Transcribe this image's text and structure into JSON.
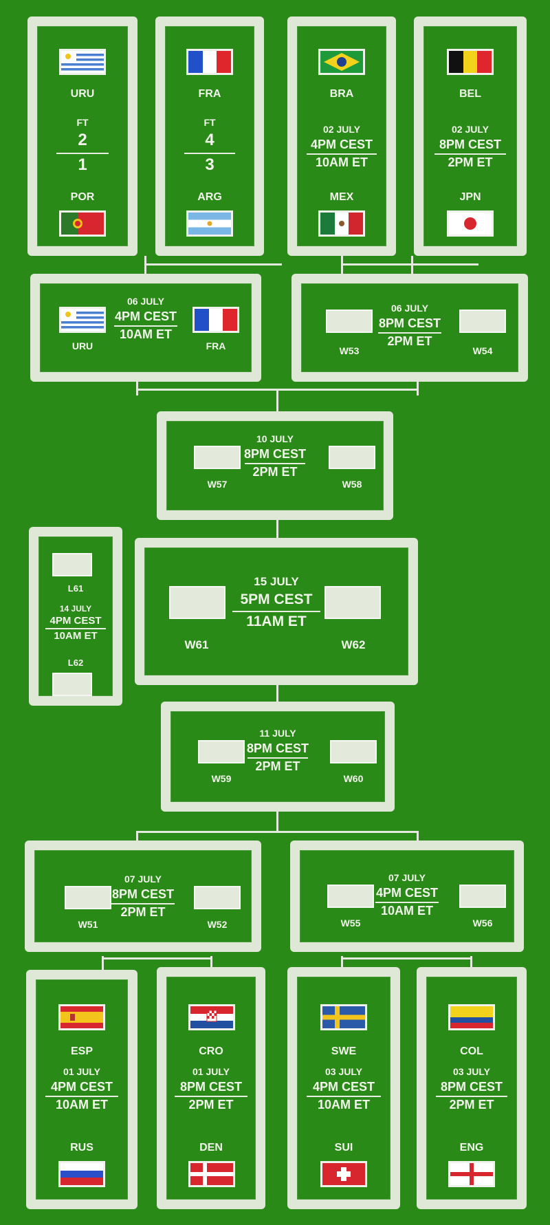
{
  "r16": {
    "m1": {
      "team1": "URU",
      "team2": "POR",
      "status": "FT",
      "score1": "2",
      "score2": "1"
    },
    "m2": {
      "team1": "FRA",
      "team2": "ARG",
      "status": "FT",
      "score1": "4",
      "score2": "3"
    },
    "m3": {
      "team1": "BRA",
      "team2": "MEX",
      "date": "02 JULY",
      "time_cest": "4PM CEST",
      "time_et": "10AM ET"
    },
    "m4": {
      "team1": "BEL",
      "team2": "JPN",
      "date": "02 JULY",
      "time_cest": "8PM CEST",
      "time_et": "2PM ET"
    },
    "m5": {
      "team1": "ESP",
      "team2": "RUS",
      "date": "01 JULY",
      "time_cest": "4PM CEST",
      "time_et": "10AM ET"
    },
    "m6": {
      "team1": "CRO",
      "team2": "DEN",
      "date": "01 JULY",
      "time_cest": "8PM CEST",
      "time_et": "2PM ET"
    },
    "m7": {
      "team1": "SWE",
      "team2": "SUI",
      "date": "03 JULY",
      "time_cest": "4PM CEST",
      "time_et": "10AM ET"
    },
    "m8": {
      "team1": "COL",
      "team2": "ENG",
      "date": "03 JULY",
      "time_cest": "8PM CEST",
      "time_et": "2PM ET"
    }
  },
  "qf": {
    "q1": {
      "team1": "URU",
      "team2": "FRA",
      "date": "06 JULY",
      "time_cest": "4PM CEST",
      "time_et": "10AM ET"
    },
    "q2": {
      "team1": "W53",
      "team2": "W54",
      "date": "06 JULY",
      "time_cest": "8PM CEST",
      "time_et": "2PM ET"
    },
    "q3": {
      "team1": "W51",
      "team2": "W52",
      "date": "07 JULY",
      "time_cest": "8PM CEST",
      "time_et": "2PM ET"
    },
    "q4": {
      "team1": "W55",
      "team2": "W56",
      "date": "07 JULY",
      "time_cest": "4PM CEST",
      "time_et": "10AM ET"
    }
  },
  "sf": {
    "s1": {
      "team1": "W57",
      "team2": "W58",
      "date": "10 JULY",
      "time_cest": "8PM CEST",
      "time_et": "2PM ET"
    },
    "s2": {
      "team1": "W59",
      "team2": "W60",
      "date": "11 JULY",
      "time_cest": "8PM CEST",
      "time_et": "2PM ET"
    }
  },
  "third": {
    "team1": "L61",
    "team2": "L62",
    "date": "14 JULY",
    "time_cest": "4PM CEST",
    "time_et": "10AM ET"
  },
  "final": {
    "team1": "W61",
    "team2": "W62",
    "date": "15 JULY",
    "time_cest": "5PM CEST",
    "time_et": "11AM ET"
  }
}
